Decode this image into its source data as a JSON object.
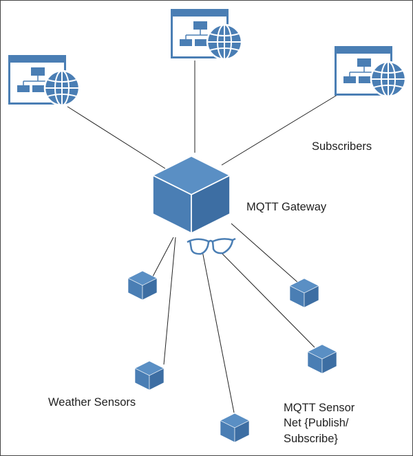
{
  "labels": {
    "subscribers": "Subscribers",
    "gateway": "MQTT Gateway",
    "weather_sensors": "Weather Sensors",
    "sensor_net_line1": "MQTT Sensor",
    "sensor_net_line2": "Net {Publish/",
    "sensor_net_line3": "Subscribe}"
  },
  "colors": {
    "node_blue": "#4a7eb4",
    "node_light": "#5a8fc4",
    "node_dark": "#3d6ea3",
    "window_bg": "#ffffff",
    "edge": "#222222"
  },
  "icons": {
    "subscriber": "web-app-window-with-globe-icon",
    "gateway": "cube-icon",
    "sensor": "small-cube-icon",
    "gateway_accent": "glasses-icon"
  }
}
